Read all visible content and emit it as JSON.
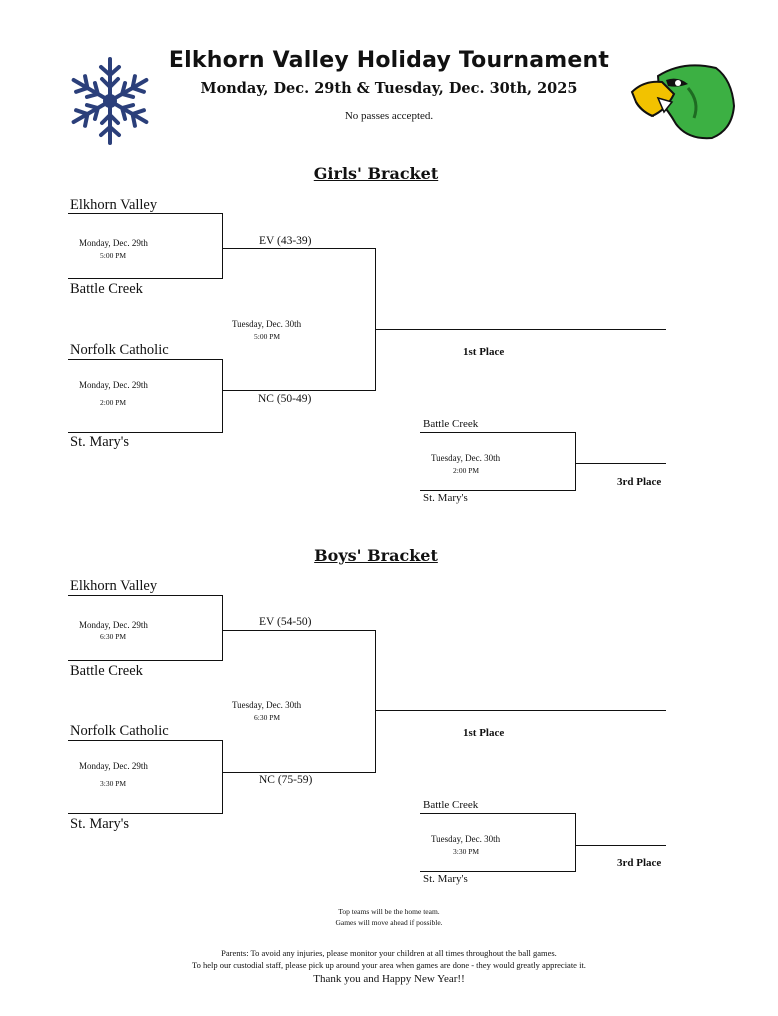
{
  "header": {
    "title": "Elkhorn Valley Holiday Tournament",
    "dates": "Monday, Dec. 29th & Tuesday, Dec. 30th, 2025",
    "note": "No passes accepted."
  },
  "girls": {
    "heading": "Girls' Bracket",
    "team1": "Elkhorn Valley",
    "team2": "Battle Creek",
    "team3": "Norfolk Catholic",
    "team4": "St. Mary's",
    "game1_day": "Monday, Dec. 29th",
    "game1_time": "5:00 PM",
    "game2_day": "Monday, Dec. 29th",
    "game2_time": "2:00 PM",
    "result1": "EV (43-39)",
    "result2": "NC (50-49)",
    "final_day": "Tuesday, Dec. 30th",
    "final_time": "5:00 PM",
    "first_place": "1st Place",
    "consol_team1": "Battle Creek",
    "consol_team2": "St. Mary's",
    "consol_day": "Tuesday, Dec. 30th",
    "consol_time": "2:00 PM",
    "third_place": "3rd Place"
  },
  "boys": {
    "heading": "Boys' Bracket",
    "team1": "Elkhorn Valley",
    "team2": "Battle Creek",
    "team3": "Norfolk Catholic",
    "team4": "St. Mary's",
    "game1_day": "Monday, Dec. 29th",
    "game1_time": "6:30 PM",
    "game2_day": "Monday, Dec. 29th",
    "game2_time": "3:30 PM",
    "result1": "EV (54-50)",
    "result2": "NC (75-59)",
    "final_day": "Tuesday, Dec. 30th",
    "final_time": "6:30 PM",
    "first_place": "1st Place",
    "consol_team1": "Battle Creek",
    "consol_team2": "St. Mary's",
    "consol_day": "Tuesday, Dec. 30th",
    "consol_time": "3:30 PM",
    "third_place": "3rd Place"
  },
  "footer": {
    "line1": "Top teams will be the home team.",
    "line2": "Games will move ahead if possible.",
    "line3": "Parents: To avoid any injuries, please monitor your children at all times throughout the ball games.",
    "line4": "To help our custodial staff, please pick up around your area when games are done - they would greatly appreciate it.",
    "line5": "Thank you and Happy New Year!!"
  },
  "colors": {
    "snowflake": "#2b3f7a",
    "falcon_green": "#3cb043"
  },
  "icons": {
    "left": "snowflake-icon",
    "right": "falcon-mascot-icon"
  }
}
